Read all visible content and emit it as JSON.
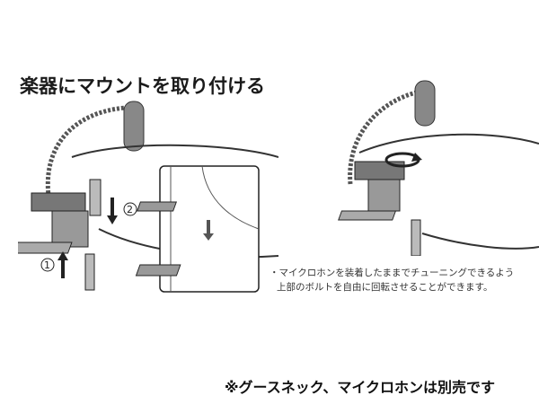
{
  "title": "楽器にマウントを取り付ける",
  "steps": [
    "1",
    "2"
  ],
  "note": {
    "bullet": "・",
    "line1": "マイクロホンを装着したままでチューニングできるよう",
    "line2": "上部のボルトを自由に回転させることができます。"
  },
  "footer": "※グースネック、マイクロホンは別売です"
}
